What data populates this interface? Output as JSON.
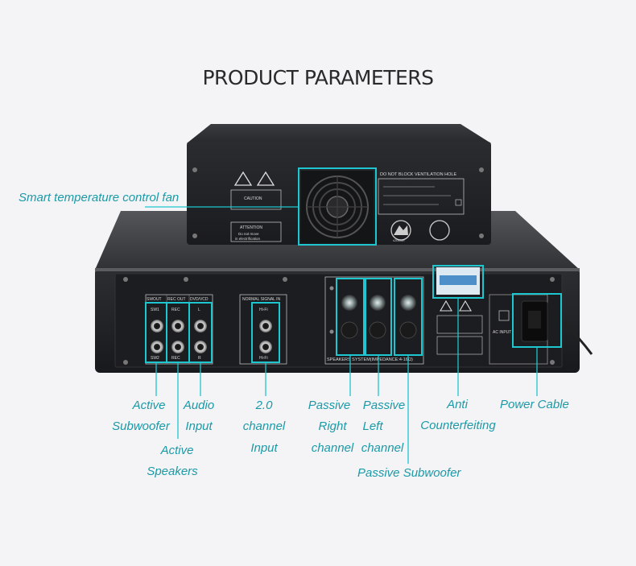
{
  "title": "PRODUCT PARAMETERS",
  "accent_color": "#1ec6d0",
  "label_color": "#1a9aa7",
  "labels": {
    "fan": "Smart temperature control fan",
    "active_sub_1": "Active",
    "active_sub_2": "Subwoofer",
    "active_spk_1": "Active",
    "active_spk_2": "Speakers",
    "audio_1": "Audio",
    "audio_2": "Input",
    "ch_1": "2.0",
    "ch_2": "channel",
    "ch_3": "Input",
    "pr_1": "Passive",
    "pr_2": "Right",
    "pr_3": "channel",
    "pl_1": "Passive",
    "pl_2": "Left",
    "pl_3": "channel",
    "psub": "Passive Subwoofer",
    "anti_1": "Anti",
    "anti_2": "Counterfeiting",
    "power": "Power Cable"
  },
  "panel_text": {
    "vent": "DO NOT BLOCK VENTILATION HOLE",
    "caution": "CAUTION",
    "attention": "ATTENTION",
    "do_not_move": "Do not move",
    "in_electrification": "in electrification",
    "swout": "SWOUT",
    "rec_out": "REC OUT",
    "dvd": "DVD/VCD",
    "sw1": "SW1",
    "sw2": "SW2",
    "rec": "REC",
    "l": "L",
    "r": "R",
    "normal_signal": "NORMAL SIGNAL IN",
    "hifi": "Hi-Fi",
    "speakers_system": "SPEAKERS SYSTEM(IMPEDANCE:4-16Ω)",
    "ac_input": "AC INPUT",
    "altitude": "≤2000m"
  }
}
